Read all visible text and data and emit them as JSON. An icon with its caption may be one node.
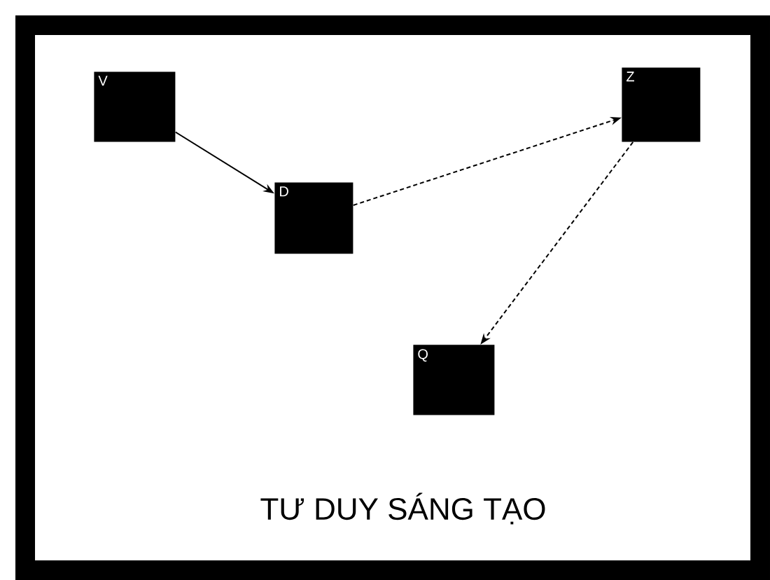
{
  "diagram": {
    "title": "TƯ DUY SÁNG TẠO",
    "nodes": [
      {
        "text": [
          "V"
        ]
      },
      {
        "text": [
          "D"
        ]
      },
      {
        "text": [
          "Z"
        ]
      },
      {
        "text": [
          "Q"
        ]
      }
    ],
    "edges": [
      {
        "from": 0,
        "to": 1,
        "arrow": "to"
      },
      {
        "from": 1,
        "to": 2,
        "arrow": "to",
        "style": "dashed"
      },
      {
        "from": 2,
        "to": 3,
        "arrow": "to",
        "style": "dashed"
      }
    ]
  }
}
